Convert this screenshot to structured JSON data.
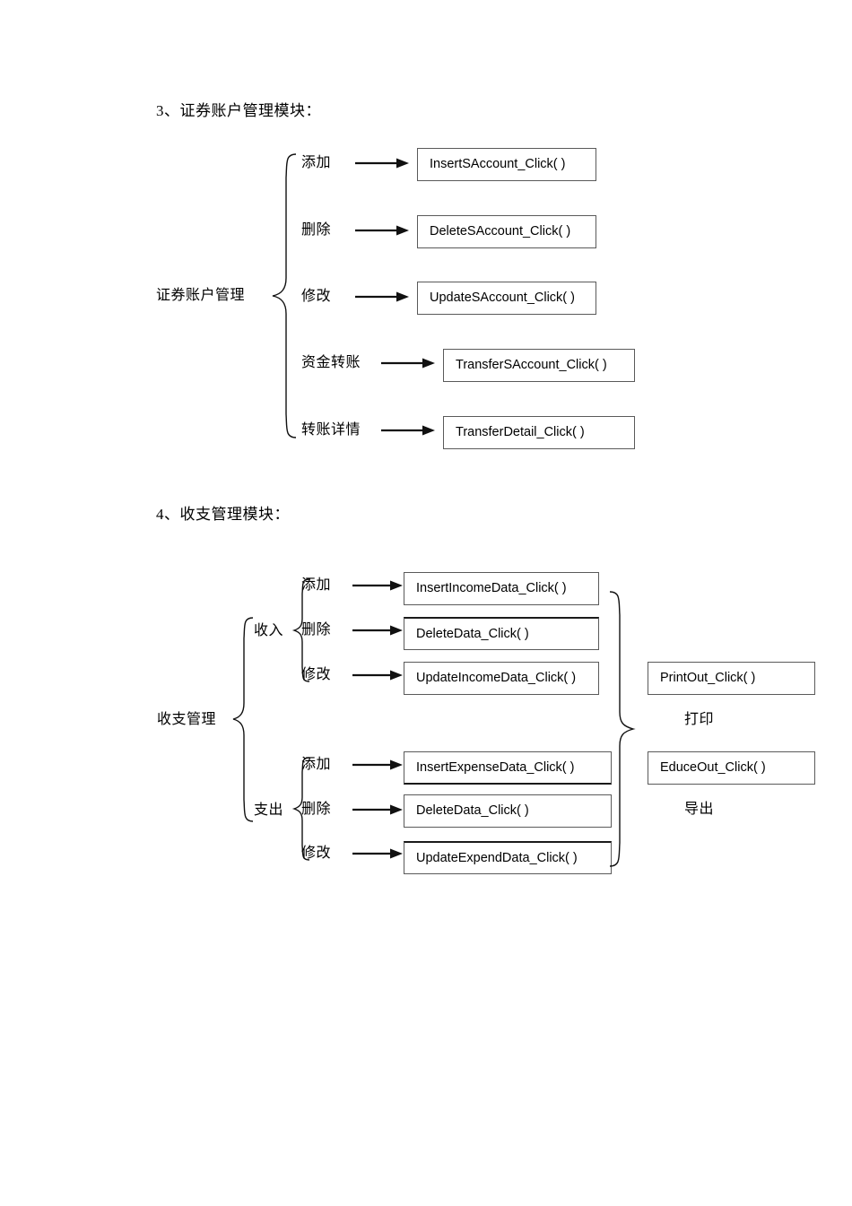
{
  "document": {
    "sections": [
      {
        "id": "securities-account-module",
        "heading": "3、证券账户管理模块：",
        "root_label": "证券账户管理",
        "rows": [
          {
            "action": "添加",
            "handler": "InsertSAccount_Click( )"
          },
          {
            "action": "删除",
            "handler": "DeleteSAccount_Click( )"
          },
          {
            "action": "修改",
            "handler": "UpdateSAccount_Click( )"
          },
          {
            "action": "资金转账",
            "handler": "TransferSAccount_Click( )"
          },
          {
            "action": "转账详情",
            "handler": "TransferDetail_Click( )"
          }
        ]
      },
      {
        "id": "income-expense-module",
        "heading": "4、收支管理模块：",
        "root_label": "收支管理",
        "groups": [
          {
            "label": "收入",
            "rows": [
              {
                "action": "添加",
                "handler": "InsertIncomeData_Click( )"
              },
              {
                "action": "删除",
                "handler": "DeleteData_Click( )"
              },
              {
                "action": "修改",
                "handler": "UpdateIncomeData_Click( )"
              }
            ]
          },
          {
            "label": "支出",
            "rows": [
              {
                "action": "添加",
                "handler": "InsertExpenseData_Click( )"
              },
              {
                "action": "删除",
                "handler": "DeleteData_Click( )"
              },
              {
                "action": "修改",
                "handler": "UpdateExpendData_Click( )"
              }
            ]
          }
        ],
        "outputs": [
          {
            "handler": "PrintOut_Click( )",
            "caption": "打印"
          },
          {
            "handler": "EduceOut_Click( )",
            "caption": "导出"
          }
        ]
      }
    ]
  },
  "colors": {
    "page_background": "#ffffff",
    "text": "#000000",
    "box_border": "#5a5a5a",
    "line": "#111111"
  }
}
